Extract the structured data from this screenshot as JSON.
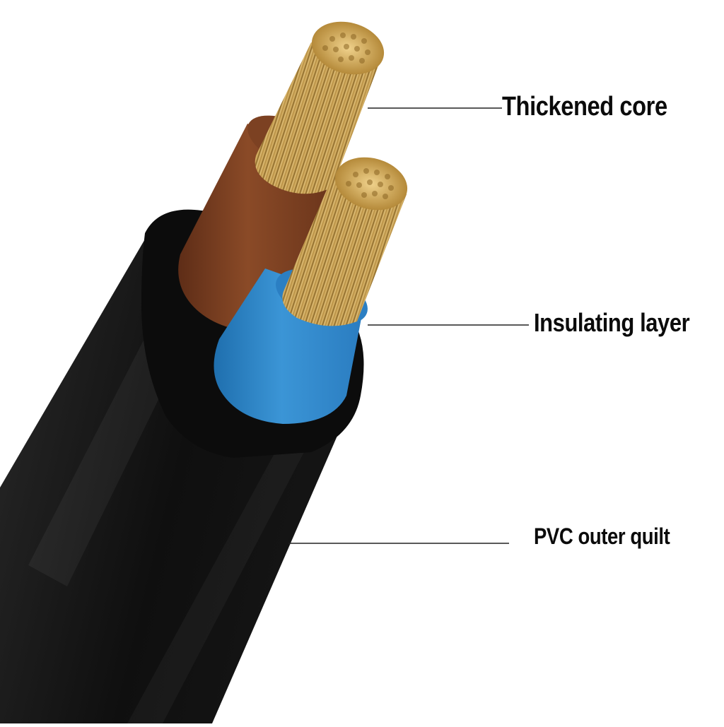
{
  "labels": {
    "thickened_core": "Thickened core",
    "insulating_layer": "Insulating layer",
    "pvc_outer_quilt": "PVC outer quilt"
  },
  "components": [
    {
      "name": "outer-sheath",
      "color": "#141414"
    },
    {
      "name": "brown-insulation",
      "color": "#7a3f22"
    },
    {
      "name": "blue-insulation",
      "color": "#2f86c9"
    },
    {
      "name": "copper-strands",
      "color": "#c9a24e"
    }
  ]
}
